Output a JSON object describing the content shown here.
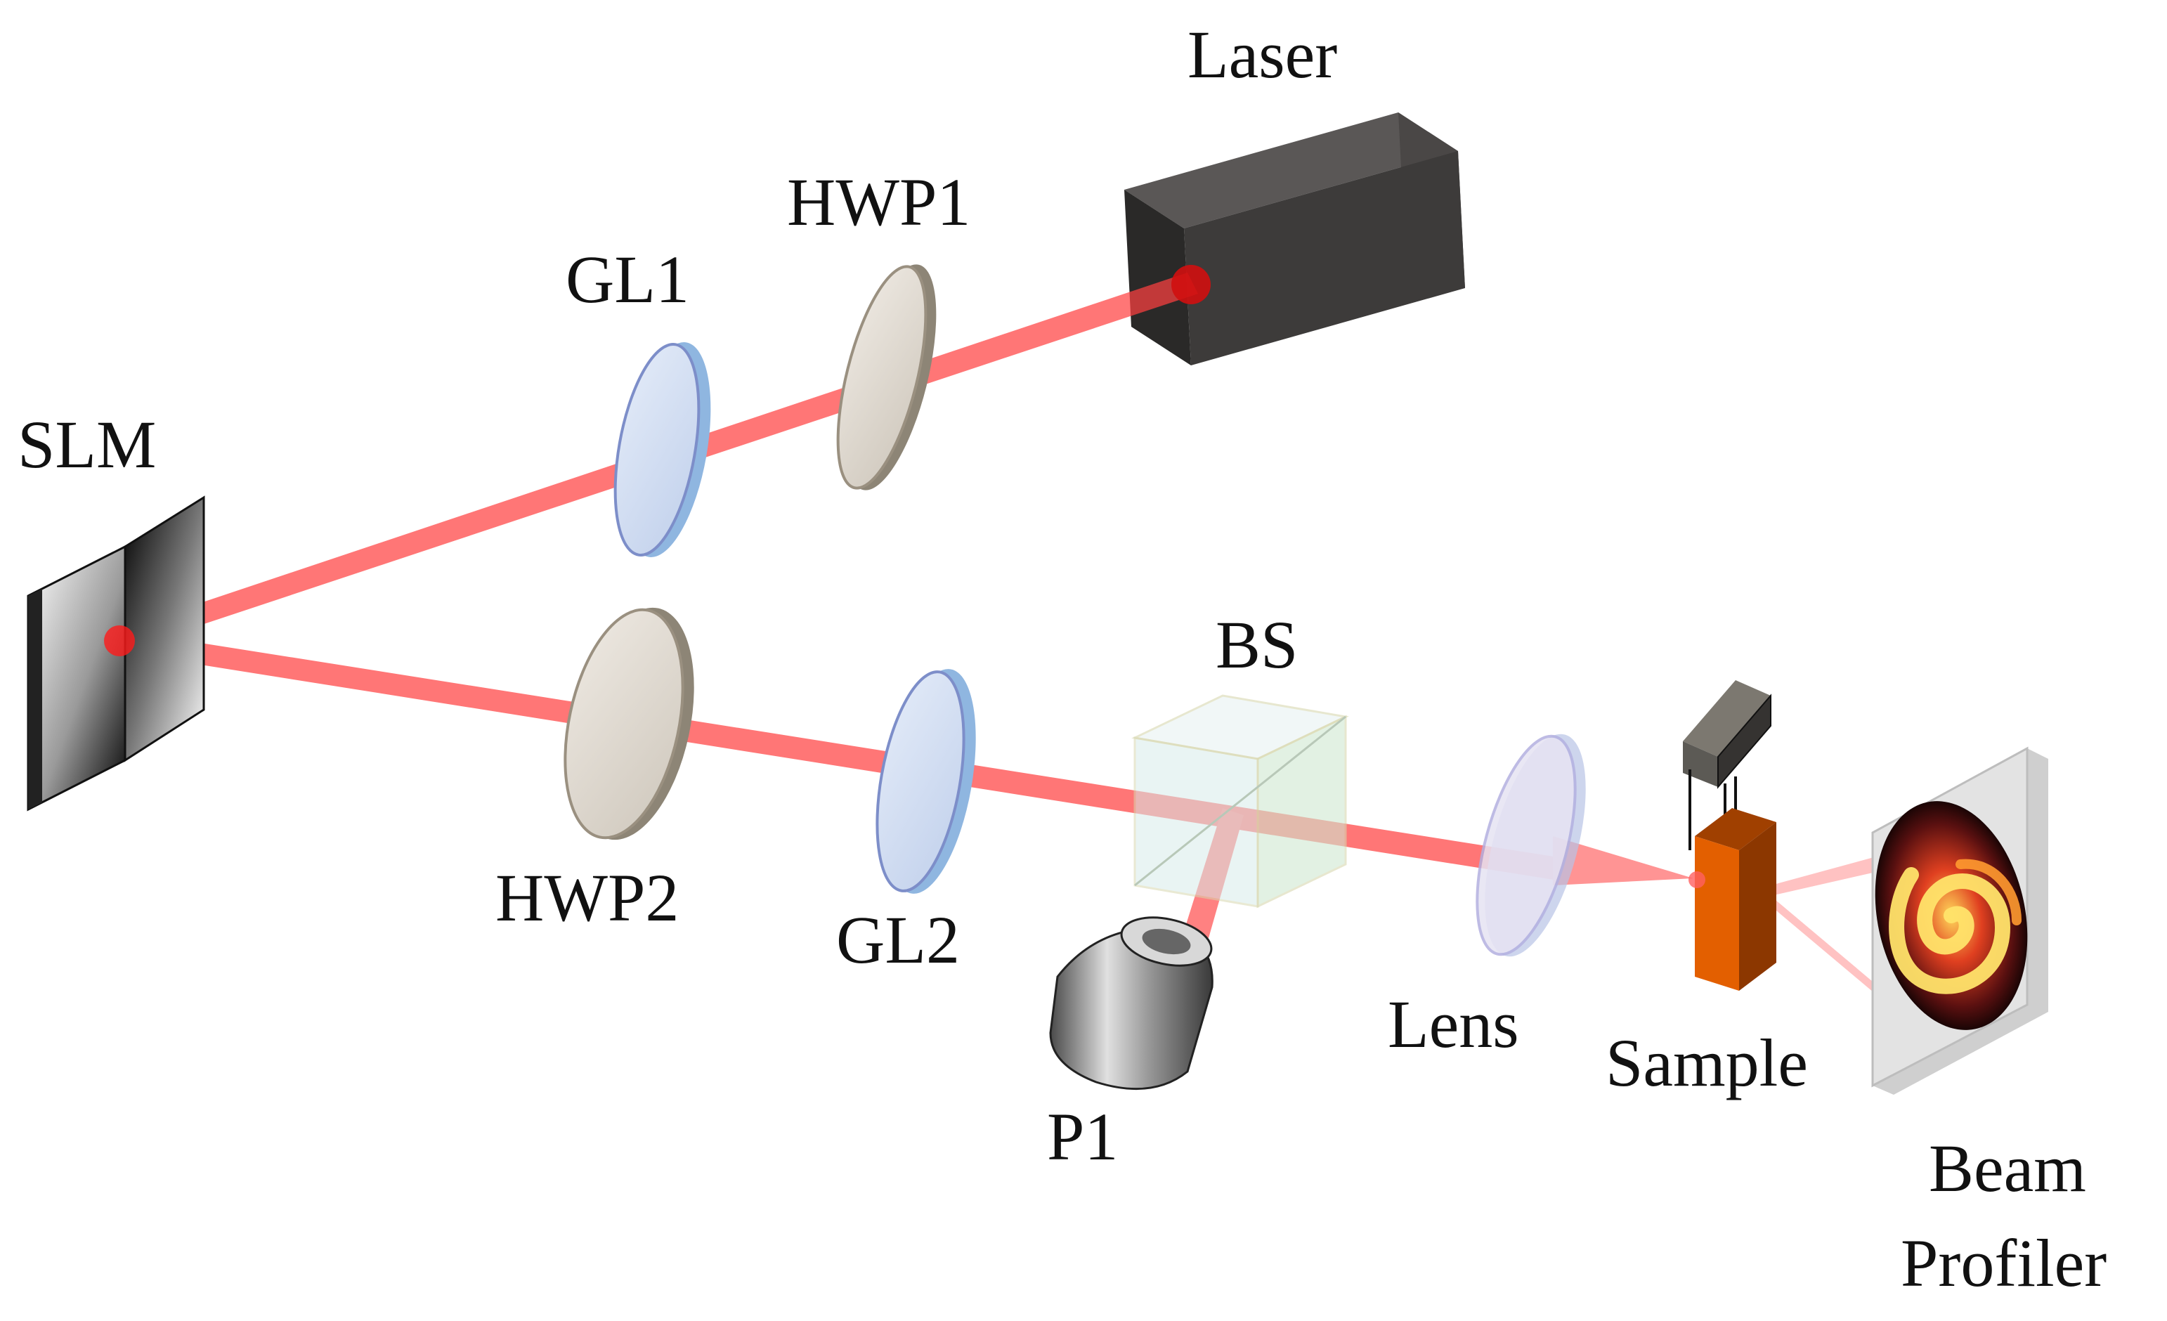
{
  "labels": {
    "laser": "Laser",
    "hwp1": "HWP1",
    "gl1": "GL1",
    "slm": "SLM",
    "hwp2": "HWP2",
    "gl2": "GL2",
    "bs": "BS",
    "p1": "P1",
    "lens": "Lens",
    "sample": "Sample",
    "beam_profiler_line1": "Beam",
    "beam_profiler_line2": "Profiler"
  },
  "colors": {
    "beam": "#ff3b3b",
    "laser_body": "#3d3b3a",
    "sample": "#d95b00",
    "wave_plate": "#cbc5bb",
    "lens_glass": "#c9d6ef"
  }
}
